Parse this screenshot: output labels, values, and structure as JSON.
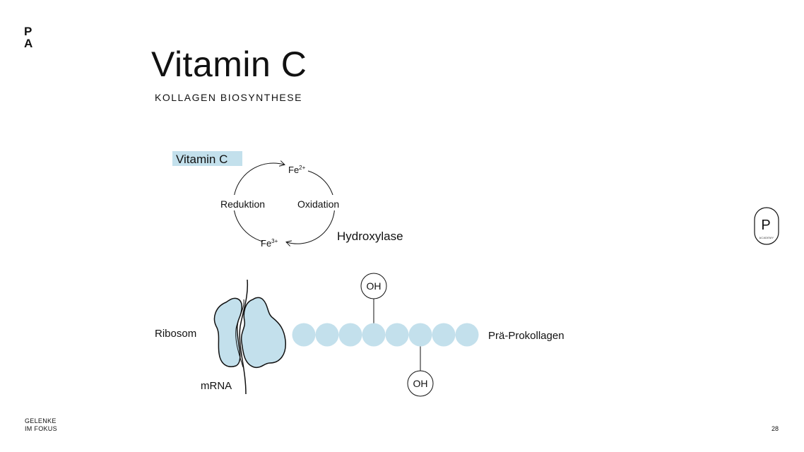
{
  "logo": {
    "line1": "P",
    "line2": "A"
  },
  "header": {
    "title": "Vitamin C",
    "subtitle": "KOLLAGEN BIOSYNTHESE"
  },
  "diagram": {
    "vitamin_label": "Vitamin C",
    "fe2": "Fe",
    "fe2_sup": "2+",
    "fe3": "Fe",
    "fe3_sup": "3+",
    "reduktion": "Reduktion",
    "oxidation": "Oxidation",
    "hydroxylase": "Hydroxylase",
    "ribosom": "Ribosom",
    "mrna": "mRNA",
    "oh_top": "OH",
    "oh_bottom": "OH",
    "chain_label": "Prä-Prokollagen",
    "chain_bead_count": 8,
    "highlight_color": "#c3e0ec",
    "ribosome_color": "#c3e0ec"
  },
  "badge": {
    "letter": "P",
    "ring_text": "ACADEMY"
  },
  "footer": {
    "line1": "GELENKE",
    "line2": "IM FOKUS"
  },
  "page": {
    "number": "28"
  }
}
